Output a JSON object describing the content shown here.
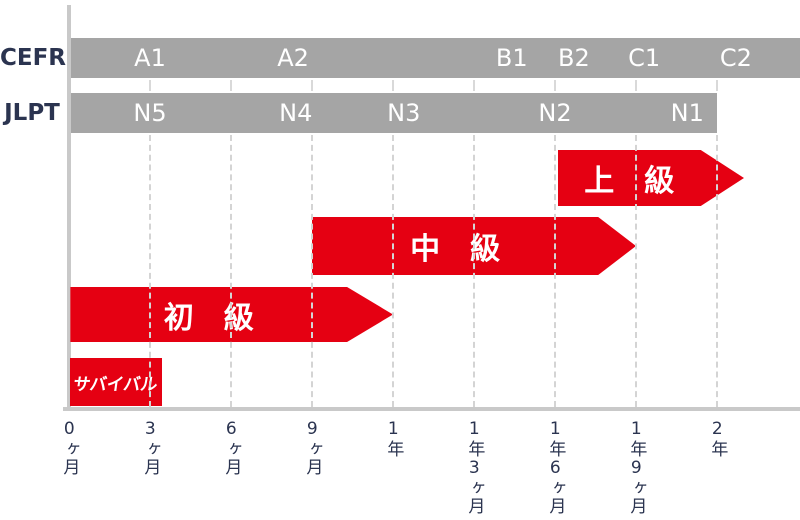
{
  "chart_data": {
    "type": "bar",
    "subtype": "gantt-timeline",
    "description_visible_text_only": true,
    "x_axis": {
      "tick_labels": [
        "0ヶ月",
        "3ヶ月",
        "6ヶ月",
        "9ヶ月",
        "1年",
        "1年3ヶ月",
        "1年6ヶ月",
        "1年9ヶ月",
        "2年"
      ],
      "tick_months": [
        0,
        3,
        6,
        9,
        12,
        15,
        18,
        21,
        24
      ],
      "range_months": [
        0,
        27.2
      ],
      "grid": "dashed-vertical"
    },
    "scales": [
      {
        "id": "cefr",
        "label": "CEFR",
        "bar_start_month": 0,
        "bar_end_month": 27.2,
        "levels": [
          {
            "text": "A1",
            "month": 3.0
          },
          {
            "text": "A2",
            "month": 8.3
          },
          {
            "text": "B1",
            "month": 16.4
          },
          {
            "text": "B2",
            "month": 18.7
          },
          {
            "text": "C1",
            "month": 21.3
          },
          {
            "text": "C2",
            "month": 24.7
          }
        ]
      },
      {
        "id": "jlpt",
        "label": "JLPT",
        "bar_start_month": 0,
        "bar_end_month": 24.0,
        "levels": [
          {
            "text": "N5",
            "month": 3.0
          },
          {
            "text": "N4",
            "month": 8.4
          },
          {
            "text": "N3",
            "month": 12.4
          },
          {
            "text": "N2",
            "month": 18.0
          },
          {
            "text": "N1",
            "month": 22.9
          }
        ]
      }
    ],
    "stages": [
      {
        "id": "advanced",
        "label": "上　級",
        "start_month": 18.1,
        "body_end_month": 23.4,
        "tip_month": 25.0,
        "shape": "arrow"
      },
      {
        "id": "intermediate",
        "label": "中　級",
        "start_month": 9.0,
        "body_end_month": 19.6,
        "tip_month": 21.0,
        "shape": "arrow"
      },
      {
        "id": "beginner",
        "label": "初　級",
        "start_month": 0.05,
        "body_end_month": 10.3,
        "tip_month": 12.0,
        "shape": "arrow"
      },
      {
        "id": "survival",
        "label": "サバイバル",
        "start_month": 0.05,
        "body_end_month": 3.44,
        "tip_month": 3.44,
        "shape": "rect"
      }
    ],
    "colors": {
      "scale_bar_gray": "#a5a5a5",
      "stage_red": "#e50012",
      "axis_gray": "#c9c9c9",
      "grid_gray": "#d4d4d4",
      "label_navy": "#2b3450",
      "bar_text_white": "#ffffff"
    }
  }
}
